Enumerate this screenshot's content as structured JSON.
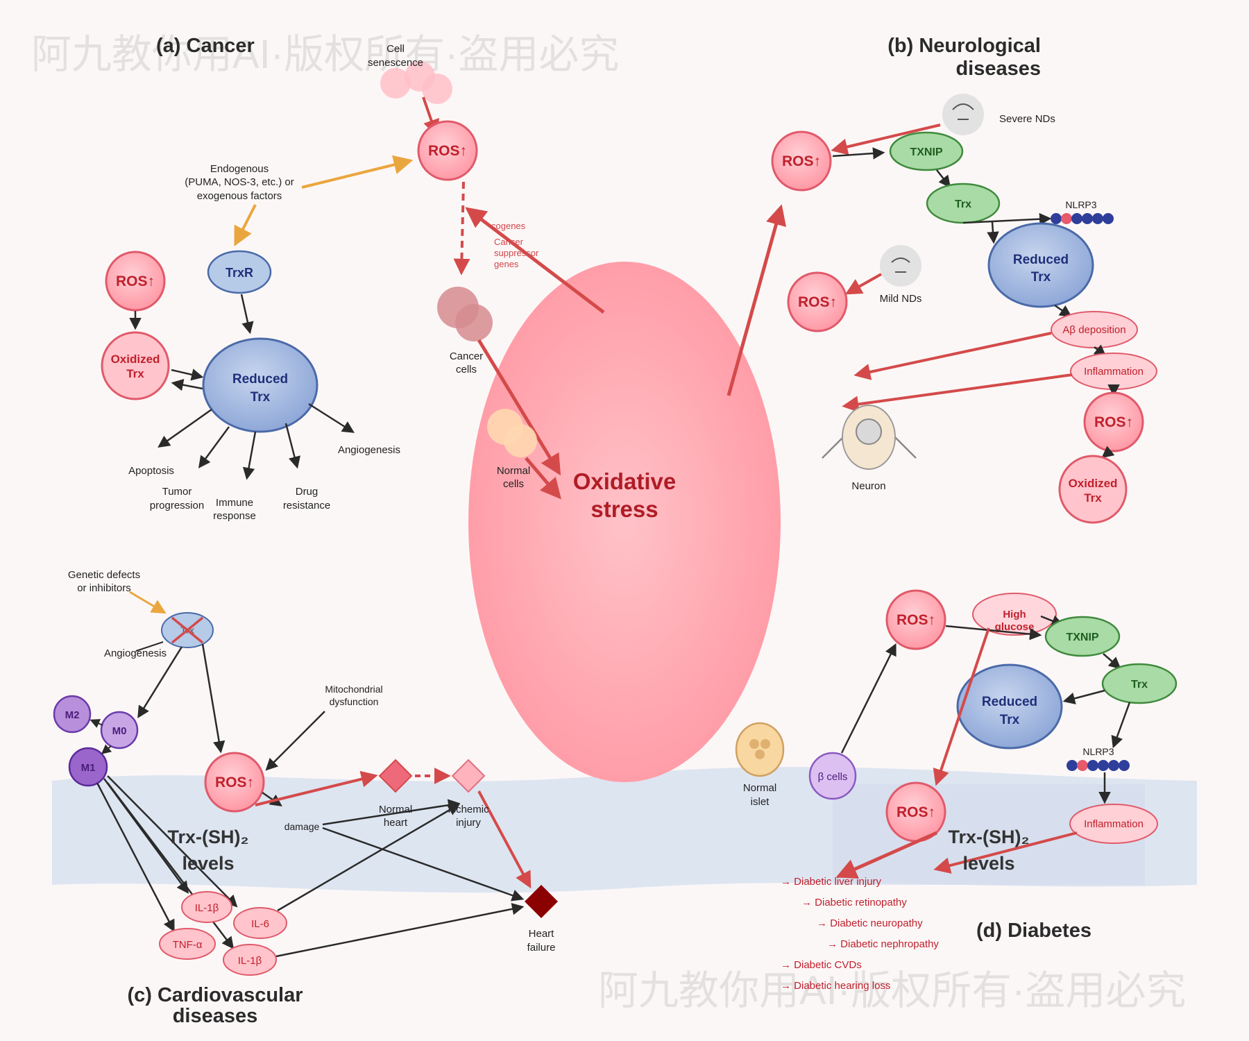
{
  "watermark": "阿九教你用AI·版权所有·盗用必究",
  "center": {
    "line1": "Oxidative",
    "line2": "stress"
  },
  "ros_label": "ROS↑",
  "sections": {
    "cancer": "(a) Cancer",
    "neuro_line1": "(b) Neurological",
    "neuro_line2": "diseases",
    "cardio_line1": "(c) Cardiovascular",
    "cardio_line2": "diseases",
    "diabetes": "(d) Diabetes"
  },
  "cancer": {
    "cell_senescence": [
      "Cell",
      "senescence"
    ],
    "endogenous": [
      "Endogenous",
      "(PUMA, NOS-3, etc.) or",
      "exogenous factors"
    ],
    "trxr": "TrxR",
    "reduced_trx": [
      "Reduced",
      "Trx"
    ],
    "oxidized_trx": [
      "Oxidized",
      "Trx"
    ],
    "outcomes": {
      "apoptosis": "Apoptosis",
      "tumor": [
        "Tumor",
        "progression"
      ],
      "immune": [
        "Immune",
        "response"
      ],
      "drug": [
        "Drug",
        "resistance"
      ],
      "angiogenesis": "Angiogenesis"
    },
    "oncogenes": "cogenes",
    "suppressor": [
      "Cancer",
      "suppressor",
      "genes"
    ],
    "cancer_cells": [
      "Cancer",
      "cells"
    ],
    "normal_cells": [
      "Normal",
      "cells"
    ]
  },
  "neuro": {
    "severe": "Severe NDs",
    "mild": "Mild NDs",
    "txnip": "TXNIP",
    "trx": "Trx",
    "nlrp3": "NLRP3",
    "reduced_trx": [
      "Reduced",
      "Trx"
    ],
    "abeta": "Aβ deposition",
    "inflammation": "Inflammation",
    "oxidized_trx": [
      "Oxidized",
      "Trx"
    ],
    "neuron": "Neuron"
  },
  "cardio": {
    "genetic": [
      "Genetic defects",
      "or inhibitors"
    ],
    "trx": "Trx",
    "angiogenesis": "Angiogenesis",
    "mito": [
      "Mitochondrial",
      "dysfunction"
    ],
    "m2": "M2",
    "m0": "M0",
    "m1": "M1",
    "damage": "damage",
    "normal_heart": [
      "Normal",
      "heart"
    ],
    "ischemic": [
      "Ischemic",
      "injury"
    ],
    "heart_failure": [
      "Heart",
      "failure"
    ],
    "il1b_a": "IL-1β",
    "il6": "IL-6",
    "tnfa": "TNF-α",
    "il1b_b": "IL-1β"
  },
  "band": {
    "line1": "Trx-(SH)₂",
    "line2": "levels"
  },
  "diabetes": {
    "high_glucose": [
      "High",
      "glucose"
    ],
    "txnip": "TXNIP",
    "trx": "Trx",
    "reduced_trx": [
      "Reduced",
      "Trx"
    ],
    "nlrp3": "NLRP3",
    "inflammation": "Inflammation",
    "beta_cells": "β cells",
    "normal_islet": [
      "Normal",
      "islet"
    ],
    "complications": [
      "→ Diabetic liver injury",
      "→ Diabetic retinopathy",
      "→ Diabetic neuropathy",
      "→ Diabetic nephropathy",
      "→ Diabetic CVDs",
      "→ Diabetic hearing loss"
    ]
  },
  "colors": {
    "ros_fill": "#ffb3bd",
    "ros_stroke": "#e05a6a",
    "reduced_fill": "#a9bde0",
    "reduced_stroke": "#4a6aa8",
    "green_fill": "#a9dba6",
    "green_stroke": "#3f8a3d",
    "red_arrow": "#d44a4a",
    "orange_arrow": "#eaa63e",
    "band": "#dde5f1"
  }
}
